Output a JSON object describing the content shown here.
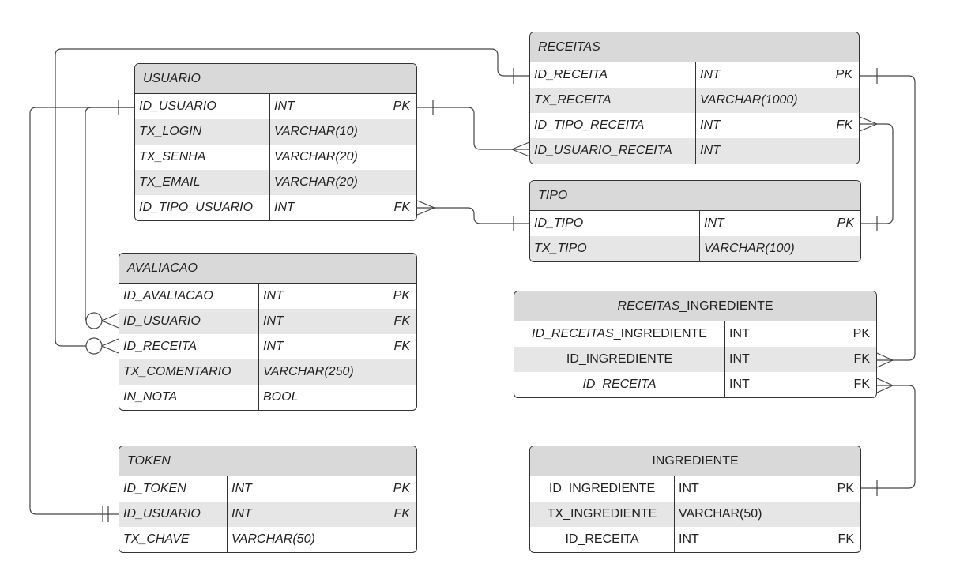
{
  "diagram": {
    "tables": {
      "usuario": {
        "title": "USUARIO",
        "rows": [
          {
            "name": "ID_USUARIO",
            "type": "INT",
            "key": "PK"
          },
          {
            "name": "TX_LOGIN",
            "type": "VARCHAR(10)",
            "key": ""
          },
          {
            "name": "TX_SENHA",
            "type": "VARCHAR(20)",
            "key": ""
          },
          {
            "name": "TX_EMAIL",
            "type": "VARCHAR(20)",
            "key": ""
          },
          {
            "name": "ID_TIPO_USUARIO",
            "type": "INT",
            "key": "FK"
          }
        ]
      },
      "receitas": {
        "title": "RECEITAS",
        "rows": [
          {
            "name": "ID_RECEITA",
            "type": "INT",
            "key": "PK"
          },
          {
            "name": "TX_RECEITA",
            "type": "VARCHAR(1000)",
            "key": ""
          },
          {
            "name": "ID_TIPO_RECEITA",
            "type": "INT",
            "key": "FK"
          },
          {
            "name": "ID_USUARIO_RECEITA",
            "type": "INT",
            "key": ""
          }
        ]
      },
      "tipo": {
        "title": "TIPO",
        "rows": [
          {
            "name": "ID_TIPO",
            "type": "INT",
            "key": "PK"
          },
          {
            "name": "TX_TIPO",
            "type": "VARCHAR(100)",
            "key": ""
          }
        ]
      },
      "avaliacao": {
        "title": "AVALIACAO",
        "rows": [
          {
            "name": "ID_AVALIACAO",
            "type": "INT",
            "key": "PK"
          },
          {
            "name": "ID_USUARIO",
            "type": "INT",
            "key": "FK"
          },
          {
            "name": "ID_RECEITA",
            "type": "INT",
            "key": "FK"
          },
          {
            "name": "TX_COMENTARIO",
            "type": "VARCHAR(250)",
            "key": ""
          },
          {
            "name": "IN_NOTA",
            "type": "BOOL",
            "key": ""
          }
        ]
      },
      "receitas_ingrediente": {
        "title_a": "RECEITAS",
        "title_b": "_INGREDIENTE",
        "rows": [
          {
            "name_a": "ID_RECEITAS",
            "name_b": "_INGREDIENTE",
            "type": "INT",
            "key": "PK"
          },
          {
            "name_a": "",
            "name_b": "ID_INGREDIENTE",
            "type": "INT",
            "key": "FK"
          },
          {
            "name_a": "ID_RECEITA",
            "name_b": "",
            "type": "INT",
            "key": "FK"
          }
        ]
      },
      "token": {
        "title": "TOKEN",
        "rows": [
          {
            "name": "ID_TOKEN",
            "type": "INT",
            "key": "PK"
          },
          {
            "name": "ID_USUARIO",
            "type": "INT",
            "key": "FK"
          },
          {
            "name": "TX_CHAVE",
            "type": "VARCHAR(50)",
            "key": ""
          }
        ]
      },
      "ingrediente": {
        "title": "INGREDIENTE",
        "rows": [
          {
            "name": "ID_INGREDIENTE",
            "type": "INT",
            "key": "PK"
          },
          {
            "name": "TX_INGREDIENTE",
            "type": "VARCHAR(50)",
            "key": ""
          },
          {
            "name": "ID_RECEITA",
            "type": "INT",
            "key": "FK"
          }
        ]
      }
    },
    "colors": {
      "header": "#d9d9d9",
      "alt_row": "#e6e6e6",
      "border": "#333333",
      "line": "#444444"
    }
  }
}
